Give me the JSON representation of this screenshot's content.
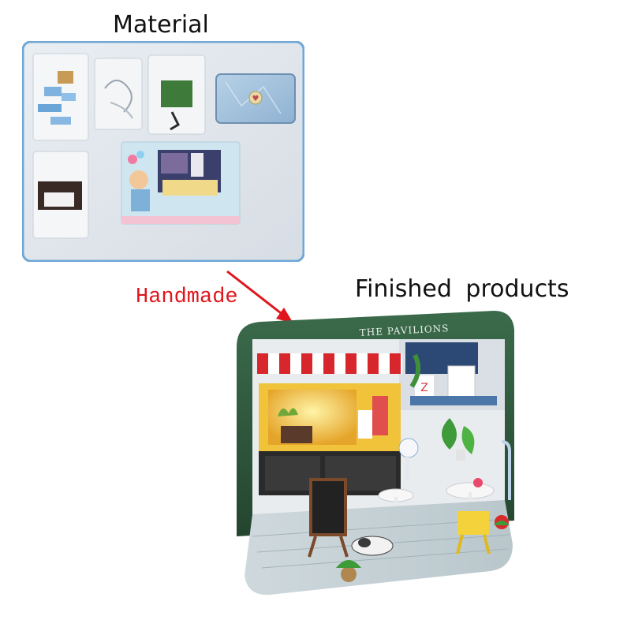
{
  "labels": {
    "material": "Material",
    "finished": "Finished  products",
    "handmade": "Handmade"
  },
  "colors": {
    "handmade_text": "#e0161c",
    "arrow": "#e0161c",
    "tray_border": "#6fa8d6",
    "tin_green": "#2f5a3e",
    "awning_red": "#d7262c"
  },
  "photos": {
    "material": {
      "tin_text": "♥"
    },
    "finished": {
      "tin_lid_text": "THE PAVILIONS"
    }
  }
}
